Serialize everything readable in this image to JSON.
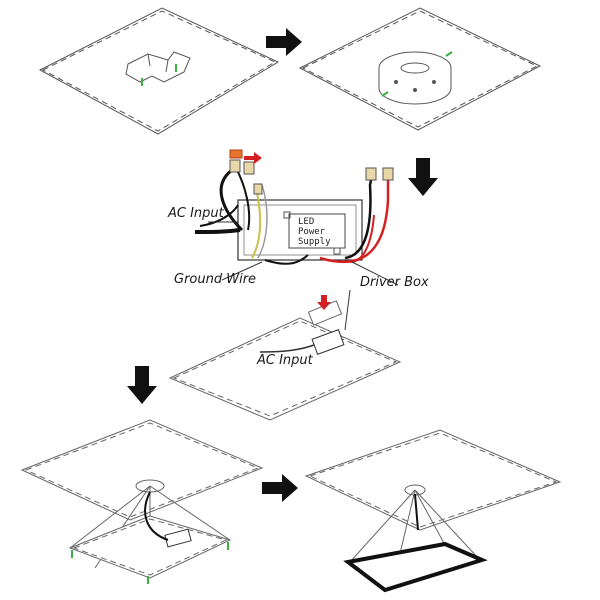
{
  "labels": {
    "ac_input_top": "AC Input",
    "ground_wire": "Ground Wire",
    "driver_box": "Driver Box",
    "ac_input_bottom": "AC Input"
  },
  "power_supply_text": {
    "line1": "LED",
    "line2": "Power",
    "line3": "Supply"
  },
  "colors": {
    "line": "#444444",
    "arrow": "#111111",
    "wire_red": "#d42020",
    "wire_yellow": "#c9c24a",
    "marker_green": "#3cb043",
    "clip_orange": "#e8732c"
  }
}
